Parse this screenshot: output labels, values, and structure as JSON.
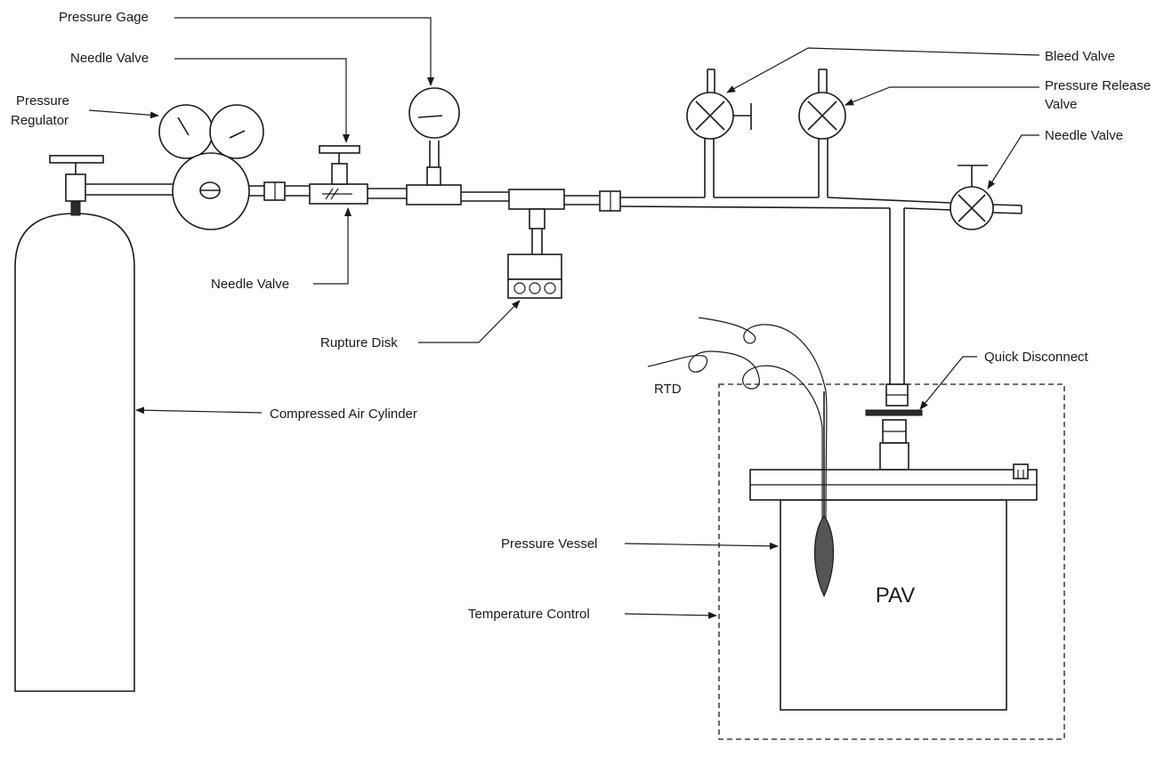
{
  "labels": {
    "pressure_gage": "Pressure Gage",
    "needle_valve_top": "Needle Valve",
    "pressure_regulator_line1": "Pressure",
    "pressure_regulator_line2": "Regulator",
    "needle_valve_bottom": "Needle Valve",
    "rupture_disk": "Rupture Disk",
    "compressed_air_cylinder": "Compressed Air Cylinder",
    "bleed_valve": "Bleed Valve",
    "pressure_release_valve_line1": "Pressure Release",
    "pressure_release_valve_line2": "Valve",
    "needle_valve_right": "Needle Valve",
    "quick_disconnect": "Quick Disconnect",
    "rtd": "RTD",
    "pressure_vessel": "Pressure Vessel",
    "temperature_control": "Temperature Control",
    "pav": "PAV"
  }
}
